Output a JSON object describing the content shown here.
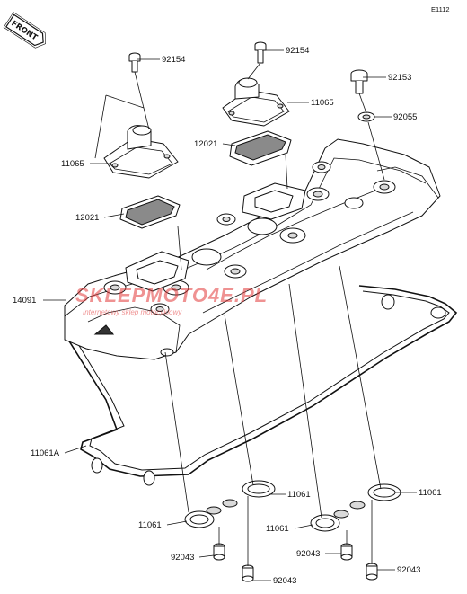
{
  "diagram_code": "E1112",
  "front_badge": "FRONT",
  "watermark": {
    "brand": "SKLEPMOTO4E.PL",
    "tagline": "Internetowy sklep motocyklowy"
  },
  "labels": {
    "bolt_top_left": "92154",
    "bolt_top_right": "92154",
    "bolt_right": "92153",
    "grommet_right": "92055",
    "cover_right": "11065",
    "cover_left": "11065",
    "filter_right": "12021",
    "filter_left": "12021",
    "valve_cover": "14091",
    "gasket": "11061A",
    "seal_center": "11061",
    "seal_left": "11061",
    "seal_mid": "11061",
    "seal_right": "11061",
    "collar_left": "92043",
    "collar_center": "92043",
    "collar_mid": "92043",
    "collar_right": "92043"
  },
  "colors": {
    "line": "#111111",
    "watermark": "#e23a3a"
  }
}
